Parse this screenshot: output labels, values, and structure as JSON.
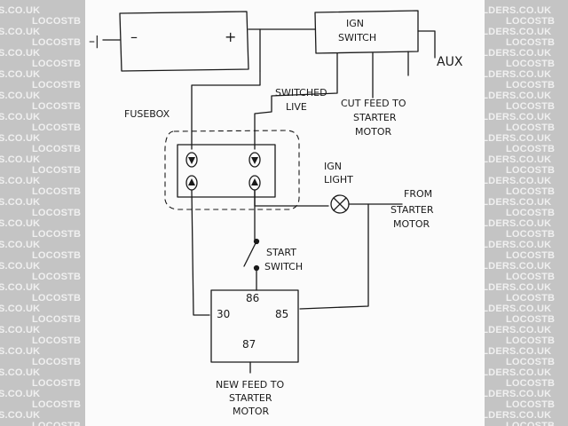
{
  "watermark": {
    "text": "LOCOSTBUILDERS.CO.UK",
    "text_left_fragment": "S.CO.UK",
    "text_logo_fragment": "LOCOSTB",
    "text_right_fragment": "ILDERS.CO.UK",
    "color": "#f0f0f0"
  },
  "battery": {
    "minus_label": "–",
    "plus_label": "+",
    "ground_label": "–|"
  },
  "ign_switch": {
    "line1": "IGN",
    "line2": "SWITCH"
  },
  "labels": {
    "aux": "AUX",
    "fusebox": "FUSEBOX",
    "switched_live_1": "SWITCHED",
    "switched_live_2": "LIVE",
    "cut_feed_1": "CUT FEED TO",
    "cut_feed_2": "STARTER",
    "cut_feed_3": "MOTOR",
    "ign_light_1": "IGN",
    "ign_light_2": "LIGHT",
    "from_starter_1": "FROM",
    "from_starter_2": "STARTER",
    "from_starter_3": "MOTOR",
    "start_switch_1": "START",
    "start_switch_2": "SWITCH",
    "new_feed_1": "NEW FEED TO",
    "new_feed_2": "STARTER",
    "new_feed_3": "MOTOR"
  },
  "relay": {
    "pin_86": "86",
    "pin_30": "30",
    "pin_85": "85",
    "pin_87": "87"
  }
}
